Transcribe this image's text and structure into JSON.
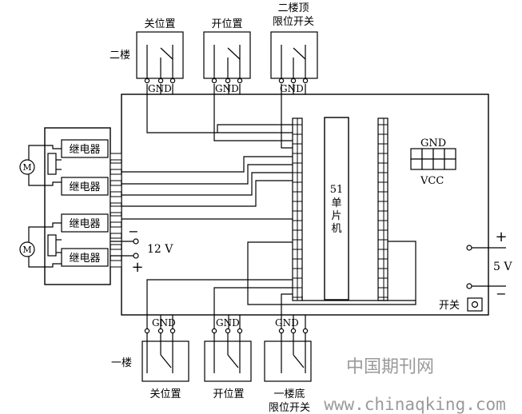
{
  "top_switches": {
    "floor_label": "二楼",
    "close_label": "关位置",
    "open_label": "开位置",
    "limit_label_line1": "二楼顶",
    "limit_label_line2": "限位开关",
    "gnd": "GND"
  },
  "bottom_switches": {
    "floor_label": "一楼",
    "close_label": "关位置",
    "open_label": "开位置",
    "limit_label_line1": "一楼底",
    "limit_label_line2": "限位开关",
    "gnd": "GND"
  },
  "relays": [
    "继电器",
    "继电器",
    "继电器",
    "继电器"
  ],
  "motors": [
    "M",
    "M"
  ],
  "mcu": {
    "label": [
      "51",
      "单",
      "片",
      "机"
    ]
  },
  "power_12v": {
    "label": "12 V",
    "minus": "−",
    "plus": "+"
  },
  "power_5v": {
    "label": "5 V",
    "minus": "−",
    "plus": "+"
  },
  "connector": {
    "gnd": "GND",
    "vcc": "VCC"
  },
  "power_switch": {
    "label": "开关"
  },
  "watermark": {
    "cn": "中国期刊网",
    "url": "www.chinaqking.com"
  }
}
